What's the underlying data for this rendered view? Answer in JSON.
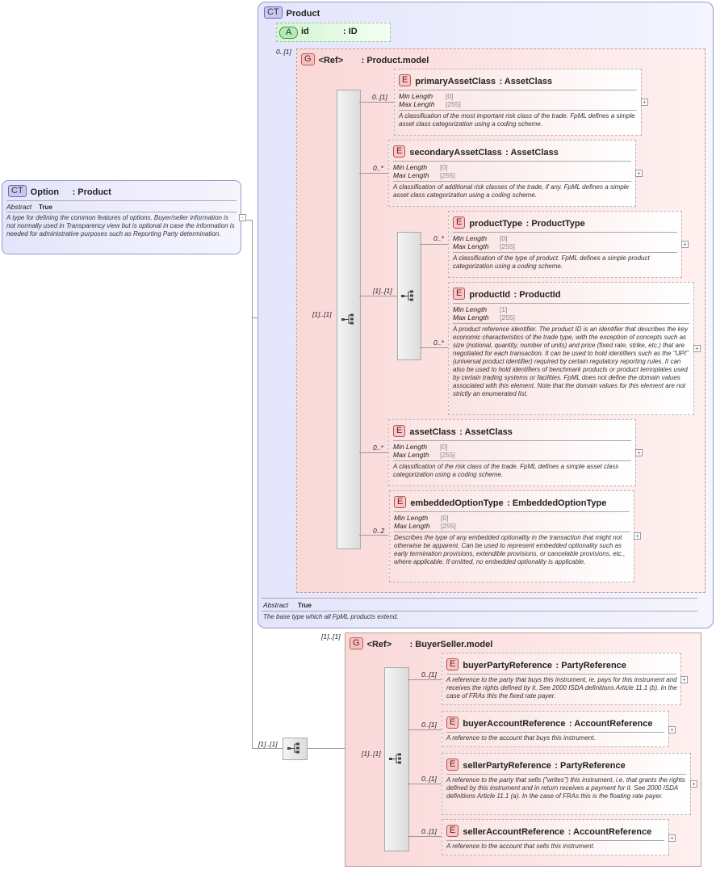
{
  "option": {
    "badge": "CT",
    "name": "Option",
    "type": ": Product",
    "abstract_label": "Abstract",
    "abstract_value": "True",
    "doc": "A type for defining the common features of options. Buyer/seller information is not normally used in Transparency view but is optional in case the information is needed for administrative purposes such as Reporting Party determination."
  },
  "product": {
    "badge": "CT",
    "name": "Product",
    "attr_badge": "A",
    "attr_name": "id",
    "attr_type": ": ID",
    "abstract_label": "Abstract",
    "abstract_value": "True",
    "doc": "The base type which all FpML products extend.",
    "model_card": "0..[1]",
    "ext_card": "[1]..[1]"
  },
  "product_model": {
    "badge": "G",
    "ref": "<Ref>",
    "name": ": Product.model",
    "seq_card": "[1]..[1]",
    "inner_seq_card": "[1]..[1]"
  },
  "labels": {
    "min_length": "Min Length",
    "max_length": "Max Length"
  },
  "elements": [
    {
      "badge": "E",
      "name": "primaryAssetClass",
      "type": ": AssetClass",
      "card": "0..[1]",
      "min": "[0]",
      "max": "[255]",
      "doc": "A classification of the most important risk class of the trade. FpML defines a simple asset class categorization using a coding scheme."
    },
    {
      "badge": "E",
      "name": "secondaryAssetClass",
      "type": ": AssetClass",
      "card": "0..*",
      "min": "[0]",
      "max": "[255]",
      "doc": "A classification of additional risk classes of the trade, if any. FpML defines a simple asset class categorization using a coding scheme."
    },
    {
      "badge": "E",
      "name": "productType",
      "type": ": ProductType",
      "card": "0..*",
      "min": "[0]",
      "max": "[255]",
      "doc": "A classification of the type of product. FpML defines a simple product categorization using a coding scheme."
    },
    {
      "badge": "E",
      "name": "productId",
      "type": ": ProductId",
      "card": "0..*",
      "min": "[1]",
      "max": "[255]",
      "doc": "A product reference identifier. The product ID is an identifier that describes the key economic characteristics of the trade type, with the exception of concepts such as size (notional, quantity, number of units) and price (fixed rate, strike, etc.) that are negotiated for each transaction. It can be used to hold identifiers such as the \"UPI\" (universal product identifier) required by certain regulatory reporting rules. It can also be used to hold identifiers of benchmark products or product temnplates used by certain trading systems or facilities. FpML does not define the domain values associated with this element. Note that the domain values for this element are not strictly an enumerated list."
    },
    {
      "badge": "E",
      "name": "assetClass",
      "type": ": AssetClass",
      "card": "0..*",
      "min": "[0]",
      "max": "[255]",
      "doc": "A classification of the risk class of the trade. FpML defines a simple asset class categorization using a coding scheme."
    },
    {
      "badge": "E",
      "name": "embeddedOptionType",
      "type": ": EmbeddedOptionType",
      "card": "0..2",
      "min": "[0]",
      "max": "[255]",
      "doc": "Describes the type of any embedded optionality in the transaction that might not otherwise be apparent. Can be used to represent embedded optionality such as early termination provisions, extendible provisions, or cancelable provisions, etc., where applicable. If omitted, no embedded optionality is applicable."
    }
  ],
  "buyer_seller": {
    "badge": "G",
    "ref": "<Ref>",
    "name": ": BuyerSeller.model",
    "group_card": "[1]..[1]",
    "outer_seq_card": "[1]..[1]",
    "seq_card": "[1]..[1]",
    "elements": [
      {
        "badge": "E",
        "name": "buyerPartyReference",
        "type": ": PartyReference",
        "card": "0..[1]",
        "doc": "A reference to the party that buys this instrument, ie. pays for this instrument and receives the rights defined by it. See 2000 ISDA definitions Article 11.1 (b). In the case of FRAs this the fixed rate payer."
      },
      {
        "badge": "E",
        "name": "buyerAccountReference",
        "type": ": AccountReference",
        "card": "0..[1]",
        "doc": "A reference to the account that buys this instrument."
      },
      {
        "badge": "E",
        "name": "sellerPartyReference",
        "type": ": PartyReference",
        "card": "0..[1]",
        "doc": "A reference to the party that sells (\"writes\") this instrument, i.e. that grants the rights defined by this instrument and in return receives a payment for it. See 2000 ISDA definitions Article 11.1 (a). In the case of FRAs this is the floating rate payer."
      },
      {
        "badge": "E",
        "name": "sellerAccountReference",
        "type": ": AccountReference",
        "card": "0..[1]",
        "doc": "A reference to the account that sells this instrument."
      }
    ]
  }
}
